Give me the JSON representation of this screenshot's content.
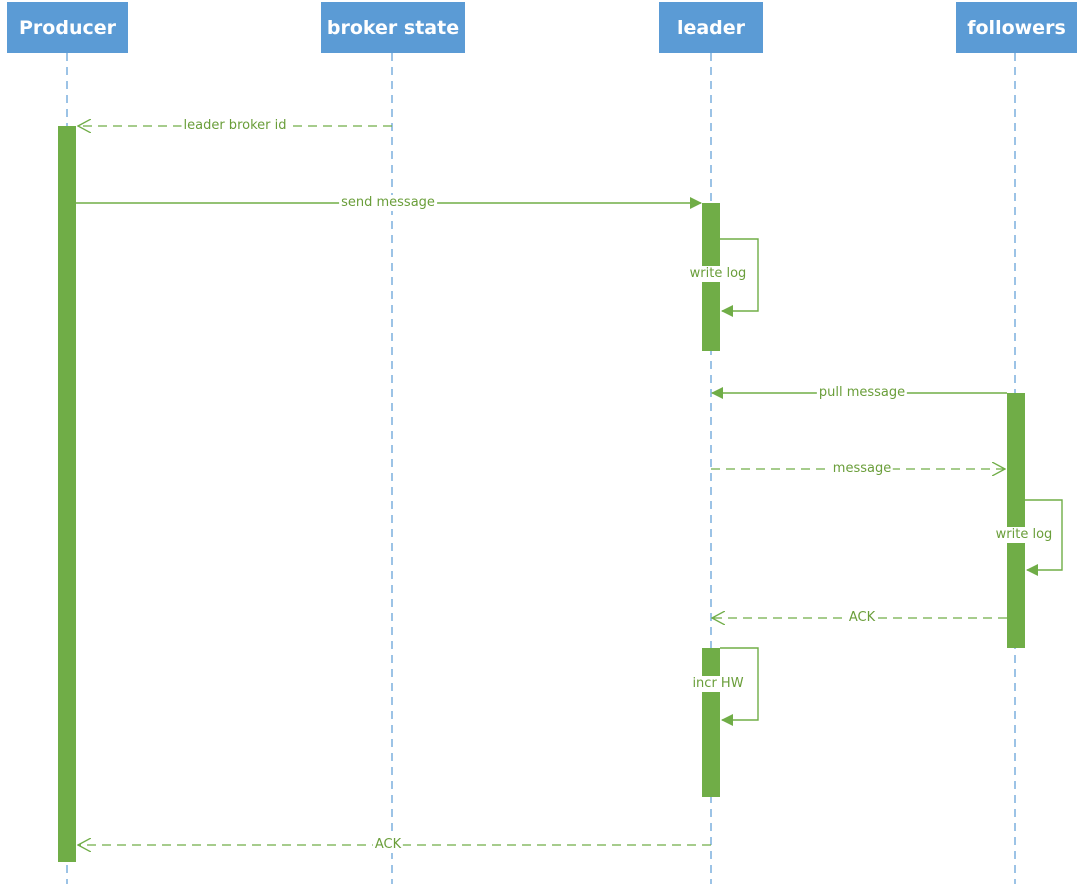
{
  "participants": [
    {
      "id": "producer",
      "label": "Producer"
    },
    {
      "id": "broker_state",
      "label": "broker state"
    },
    {
      "id": "leader",
      "label": "leader"
    },
    {
      "id": "followers",
      "label": "followers"
    }
  ],
  "messages": [
    {
      "id": "m1",
      "from": "broker_state",
      "to": "producer",
      "label": "leader broker id",
      "style": "dashed",
      "arrow": "open"
    },
    {
      "id": "m2",
      "from": "producer",
      "to": "leader",
      "label": "send message",
      "style": "solid",
      "arrow": "filled"
    },
    {
      "id": "m3",
      "from": "leader",
      "to": "leader",
      "label": "write log",
      "style": "solid",
      "arrow": "filled",
      "self": true
    },
    {
      "id": "m4",
      "from": "followers",
      "to": "leader",
      "label": "pull message",
      "style": "solid",
      "arrow": "filled"
    },
    {
      "id": "m5",
      "from": "leader",
      "to": "followers",
      "label": "message",
      "style": "dashed",
      "arrow": "open"
    },
    {
      "id": "m6",
      "from": "followers",
      "to": "followers",
      "label": "write log",
      "style": "solid",
      "arrow": "filled",
      "self": true
    },
    {
      "id": "m7",
      "from": "followers",
      "to": "leader",
      "label": "ACK",
      "style": "dashed",
      "arrow": "open"
    },
    {
      "id": "m8",
      "from": "leader",
      "to": "leader",
      "label": "incr HW",
      "style": "solid",
      "arrow": "filled",
      "self": true
    },
    {
      "id": "m9",
      "from": "leader",
      "to": "producer",
      "label": "ACK",
      "style": "dashed",
      "arrow": "open"
    }
  ],
  "colors": {
    "actor_bg": "#5b9bd5",
    "actor_text": "#ffffff",
    "lifeline": "#5b9bd5",
    "message": "#70ad47",
    "label_text": "#6a9e3a",
    "activation": "#70ad47"
  }
}
